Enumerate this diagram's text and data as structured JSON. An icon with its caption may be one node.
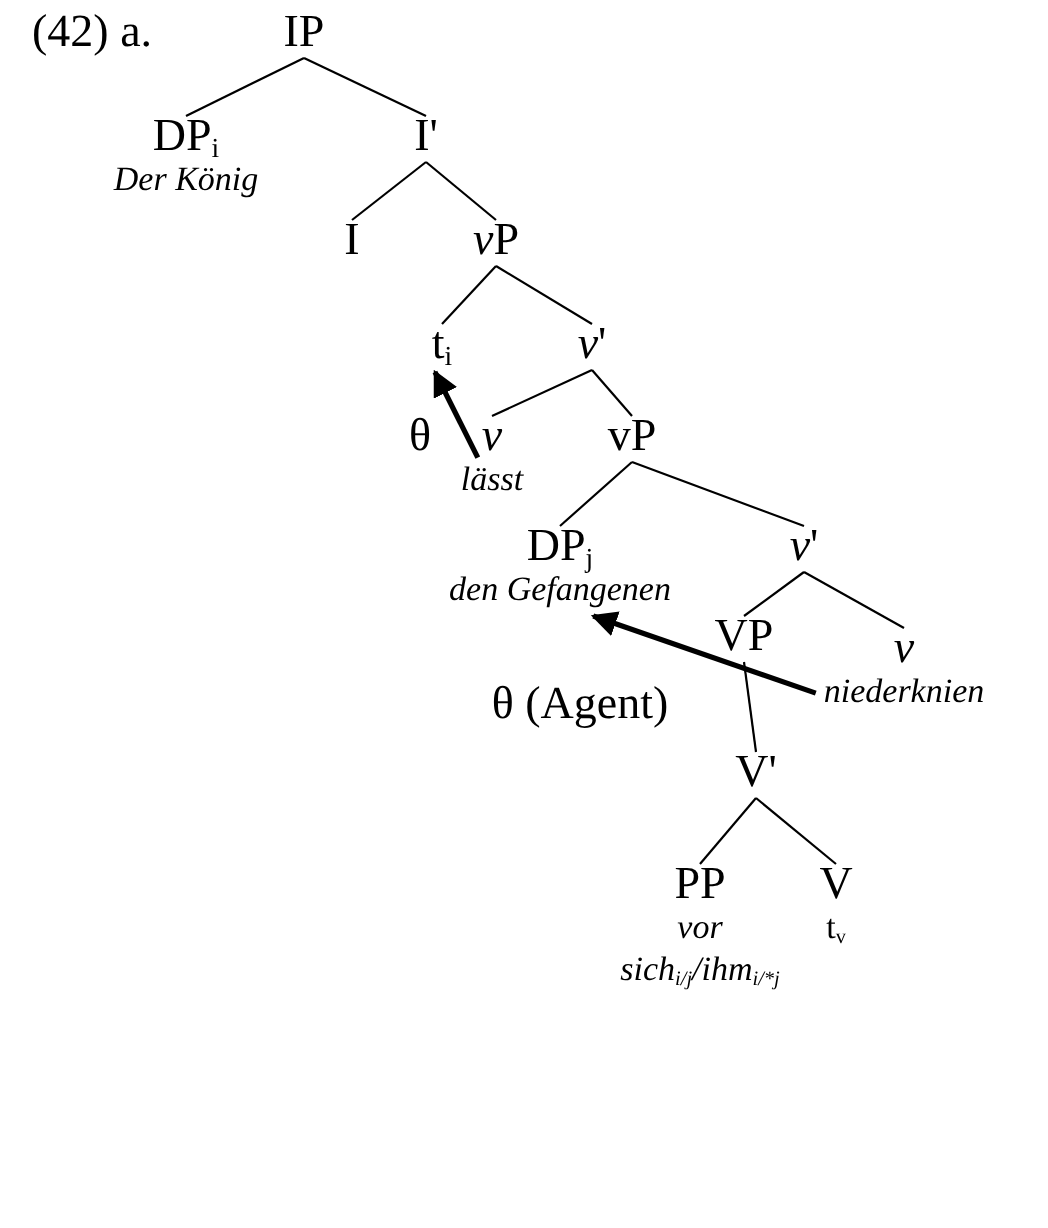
{
  "diagram": {
    "nodes": [
      {
        "text": [
          "IP"
        ]
      },
      {
        "text": [
          "DP$_{i}$",
          "Der König"
        ]
      },
      {
        "text": [
          "I'"
        ]
      },
      {
        "text": [
          "I"
        ]
      },
      {
        "text": [
          "vP"
        ]
      },
      {
        "text": [
          "t$_{i}$"
        ]
      },
      {
        "text": [
          "*v*'"
        ]
      },
      {
        "text": [
          "*v*",
          "lässt"
        ]
      },
      {
        "text": [
          "vP"
        ]
      },
      {
        "text": [
          "DP$_{j}$",
          "den Gefangenen"
        ]
      },
      {
        "text": [
          "*v*'"
        ]
      },
      {
        "text": [
          "VP"
        ]
      },
      {
        "text": [
          "*v*",
          "niederknien"
        ]
      },
      {
        "text": [
          "V'"
        ]
      },
      {
        "text": [
          "PP",
          "vor sich$_{i/j}$/ihm$_{i/*j}$"
        ]
      },
      {
        "text": [
          "V",
          "t$_{v}$"
        ]
      }
    ],
    "edges": [
      {
        "from": 0,
        "to": 1,
        "arrow": "none"
      },
      {
        "from": 0,
        "to": 2,
        "arrow": "none"
      },
      {
        "from": 2,
        "to": 3,
        "arrow": "none"
      },
      {
        "from": 2,
        "to": 4,
        "arrow": "none"
      },
      {
        "from": 4,
        "to": 5,
        "arrow": "none"
      },
      {
        "from": 4,
        "to": 6,
        "arrow": "none"
      },
      {
        "from": 6,
        "to": 7,
        "arrow": "none"
      },
      {
        "from": 6,
        "to": 8,
        "arrow": "none"
      },
      {
        "from": 8,
        "to": 9,
        "arrow": "none"
      },
      {
        "from": 8,
        "to": 10,
        "arrow": "none"
      },
      {
        "from": 10,
        "to": 11,
        "arrow": "none"
      },
      {
        "from": 10,
        "to": 12,
        "arrow": "none"
      },
      {
        "from": 11,
        "to": 13,
        "arrow": "none"
      },
      {
        "from": 13,
        "to": 14,
        "arrow": "none"
      },
      {
        "from": 13,
        "to": 15,
        "arrow": "none"
      },
      {
        "from": 7,
        "to": 5,
        "arrow": "to",
        "style": "thick"
      },
      {
        "from": 12,
        "to": 9,
        "arrow": "to",
        "style": "thick"
      }
    ],
    "labels": [
      "(42) a.",
      "θ",
      "θ (Agent)"
    ]
  }
}
